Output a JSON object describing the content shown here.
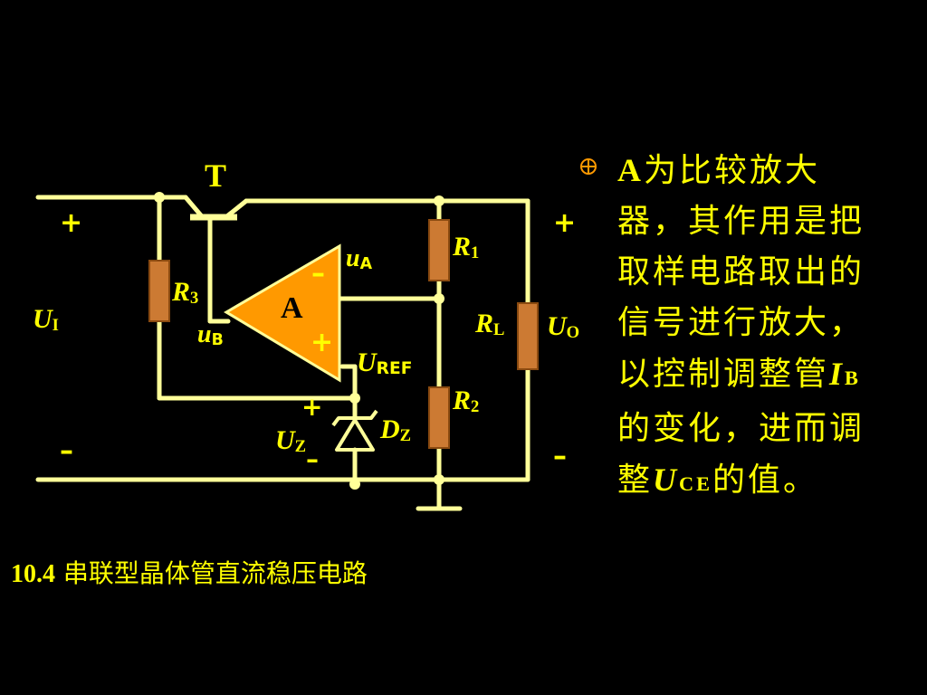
{
  "labels": {
    "transistor": "T",
    "amp": "A",
    "r1_main": "R",
    "r1_sub": "1",
    "r2_main": "R",
    "r2_sub": "2",
    "r3_main": "R",
    "r3_sub": "3",
    "rl_main": "R",
    "rl_sub": "L",
    "ua_main": "u",
    "ua_sub": "A",
    "ub_main": "u",
    "ub_sub": "B",
    "ui_main": "U",
    "ui_sub": "I",
    "uo_main": "U",
    "uo_sub": "O",
    "uref_main": "U",
    "uref_sub": "REF",
    "uz_main": "U",
    "uz_sub": "Z",
    "dz_main": "D",
    "dz_sub": "Z",
    "plus": "+",
    "minus": "–"
  },
  "description": {
    "p1": "A",
    "p2": "为比较放大器，其作用是把取样电路取出的信号进行放大，以控制调整管",
    "p3": "I",
    "p4": "B",
    "p5": "的变化，进而调整",
    "p6": "U",
    "p7": "CE",
    "p8": "的值。"
  },
  "caption": {
    "number": "10.4",
    "title": "串联型晶体管直流稳压电路"
  },
  "colors": {
    "background": "#000000",
    "text": "#FFFF00",
    "wire": "#FFFF99",
    "amp_fill": "#FF9900",
    "resistor_fill": "#CC7A33"
  }
}
